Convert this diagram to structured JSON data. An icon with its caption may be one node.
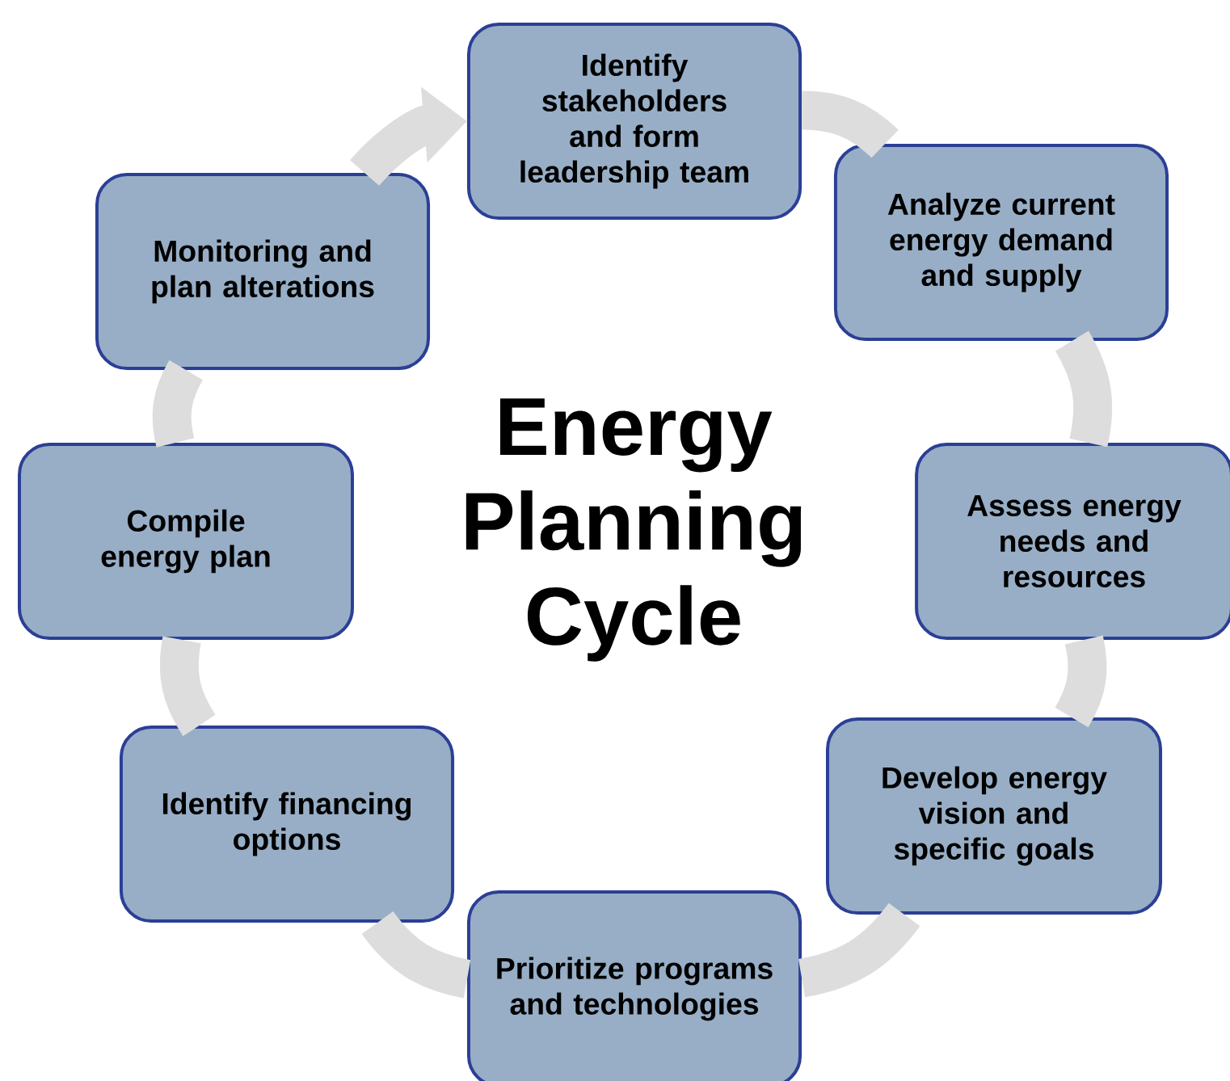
{
  "diagram": {
    "title": "Energy Planning Cycle",
    "nodes": [
      {
        "text": [
          "Identify stakeholders and form leadership team"
        ]
      },
      {
        "text": [
          "Analyze current energy demand and supply"
        ]
      },
      {
        "text": [
          "Assess energy needs and resources"
        ]
      },
      {
        "text": [
          "Develop energy vision and specific goals"
        ]
      },
      {
        "text": [
          "Prioritize programs and technologies"
        ]
      },
      {
        "text": [
          "Identify financing options"
        ]
      },
      {
        "text": [
          "Compile energy plan"
        ]
      },
      {
        "text": [
          "Monitoring and plan alterations"
        ]
      }
    ],
    "edges": [
      {
        "from": 0,
        "to": 1,
        "arrow": "none"
      },
      {
        "from": 1,
        "to": 2,
        "arrow": "none"
      },
      {
        "from": 2,
        "to": 3,
        "arrow": "none"
      },
      {
        "from": 3,
        "to": 4,
        "arrow": "none"
      },
      {
        "from": 4,
        "to": 5,
        "arrow": "none"
      },
      {
        "from": 5,
        "to": 6,
        "arrow": "none"
      },
      {
        "from": 6,
        "to": 7,
        "arrow": "none"
      },
      {
        "from": 7,
        "to": 0,
        "arrow": "to"
      }
    ]
  }
}
